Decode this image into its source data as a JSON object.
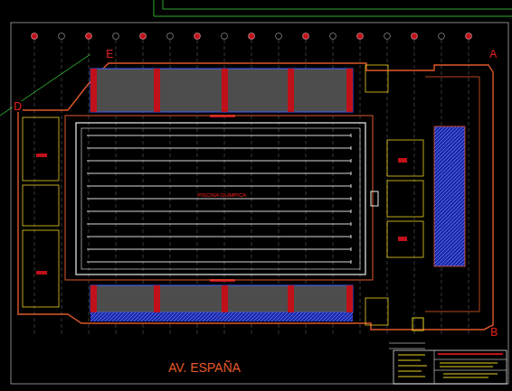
{
  "diagram": {
    "nodes": [
      {
        "text": [
          "PISCINA OLIMPICA"
        ]
      }
    ],
    "labels": [
      "AV. ESPAÑA",
      "E",
      "A",
      "D",
      "B"
    ]
  }
}
